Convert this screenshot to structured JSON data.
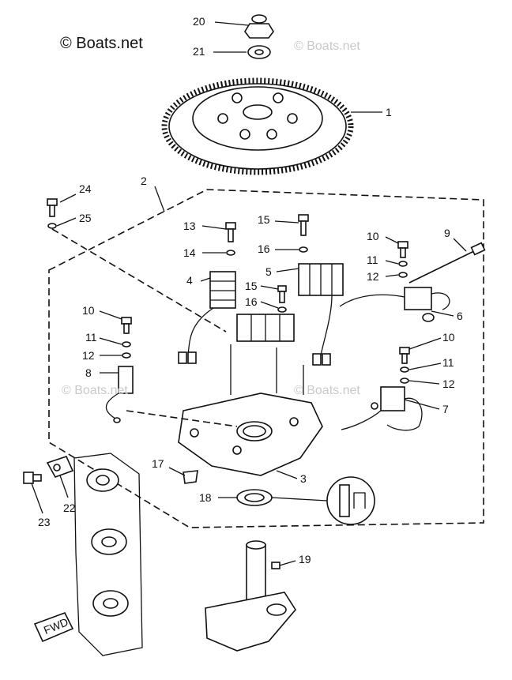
{
  "watermark": {
    "main": "© Boats.net",
    "faint": "© Boats.net"
  },
  "badge": {
    "text": "FWD"
  },
  "callouts": [
    {
      "id": "c1",
      "text": "1"
    },
    {
      "id": "c2",
      "text": "2"
    },
    {
      "id": "c3",
      "text": "3"
    },
    {
      "id": "c4",
      "text": "4"
    },
    {
      "id": "c5",
      "text": "5"
    },
    {
      "id": "c6",
      "text": "6"
    },
    {
      "id": "c7",
      "text": "7"
    },
    {
      "id": "c8",
      "text": "8"
    },
    {
      "id": "c9",
      "text": "9"
    },
    {
      "id": "c10a",
      "text": "10"
    },
    {
      "id": "c10b",
      "text": "10"
    },
    {
      "id": "c10c",
      "text": "10"
    },
    {
      "id": "c11a",
      "text": "11"
    },
    {
      "id": "c11b",
      "text": "11"
    },
    {
      "id": "c11c",
      "text": "11"
    },
    {
      "id": "c12a",
      "text": "12"
    },
    {
      "id": "c12b",
      "text": "12"
    },
    {
      "id": "c12c",
      "text": "12"
    },
    {
      "id": "c13",
      "text": "13"
    },
    {
      "id": "c14",
      "text": "14"
    },
    {
      "id": "c15a",
      "text": "15"
    },
    {
      "id": "c15b",
      "text": "15"
    },
    {
      "id": "c16a",
      "text": "16"
    },
    {
      "id": "c16b",
      "text": "16"
    },
    {
      "id": "c17",
      "text": "17"
    },
    {
      "id": "c18",
      "text": "18"
    },
    {
      "id": "c19",
      "text": "19"
    },
    {
      "id": "c20",
      "text": "20"
    },
    {
      "id": "c21",
      "text": "21"
    },
    {
      "id": "c22",
      "text": "22"
    },
    {
      "id": "c23",
      "text": "23"
    },
    {
      "id": "c24",
      "text": "24"
    },
    {
      "id": "c25",
      "text": "25"
    }
  ]
}
